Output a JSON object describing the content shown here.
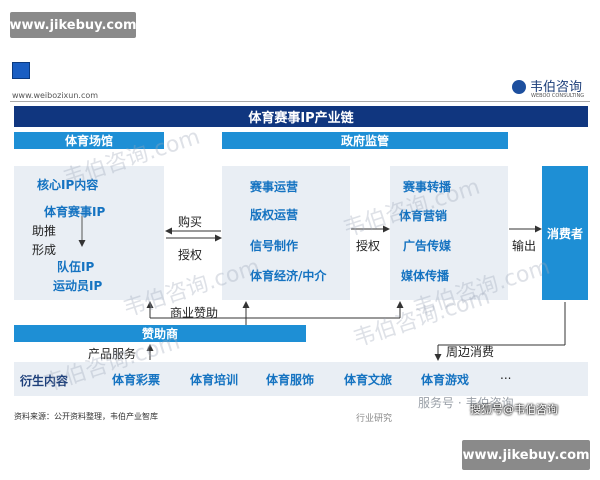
{
  "site_badge_top": "www.jikebuy.com",
  "site_badge_bottom": "www.jikebuy.com",
  "header": {
    "url": "www.weibozixun.com",
    "brand_name": "韦伯咨询",
    "brand_sub": "WEBOO CONSULTING"
  },
  "diagram": {
    "title": "体育赛事IP产业链",
    "venue_header": "体育场馆",
    "gov_header": "政府监管",
    "left_panel": {
      "items": [
        "核心IP内容",
        "体育赛事IP",
        "助推",
        "形成",
        "队伍IP",
        "运动员IP"
      ]
    },
    "middle_panel": {
      "items": [
        "赛事运营",
        "版权运营",
        "信号制作",
        "体育经济/中介"
      ]
    },
    "right_panel": {
      "items": [
        "赛事转播",
        "体育营销",
        "广告传媒",
        "媒体传播"
      ]
    },
    "consumer": "消费者",
    "arrow_labels": {
      "buy": "购买",
      "license1": "授权",
      "license2": "授权",
      "output": "输出",
      "sponsorship": "商业赞助",
      "product_service": "产品服务",
      "peripheral": "周边消费"
    },
    "sponsor": "赞助商",
    "derivatives": {
      "label": "衍生内容",
      "items": [
        "体育彩票",
        "体育培训",
        "体育服饰",
        "体育文旅",
        "体育游戏",
        "..."
      ]
    },
    "source": "资料来源：公开资料整理，韦伯产业智库",
    "footer_faded": "行业研究",
    "wechat_faded": "服务号 · 韦伯咨询",
    "sohu": "搜狐号@韦伯咨询",
    "watermarks": [
      "韦伯咨询.com",
      "韦伯咨询.com",
      "韦伯咨询.com",
      "韦伯咨询.com",
      "韦伯咨询.com",
      "韦伯咨询.com"
    ]
  }
}
